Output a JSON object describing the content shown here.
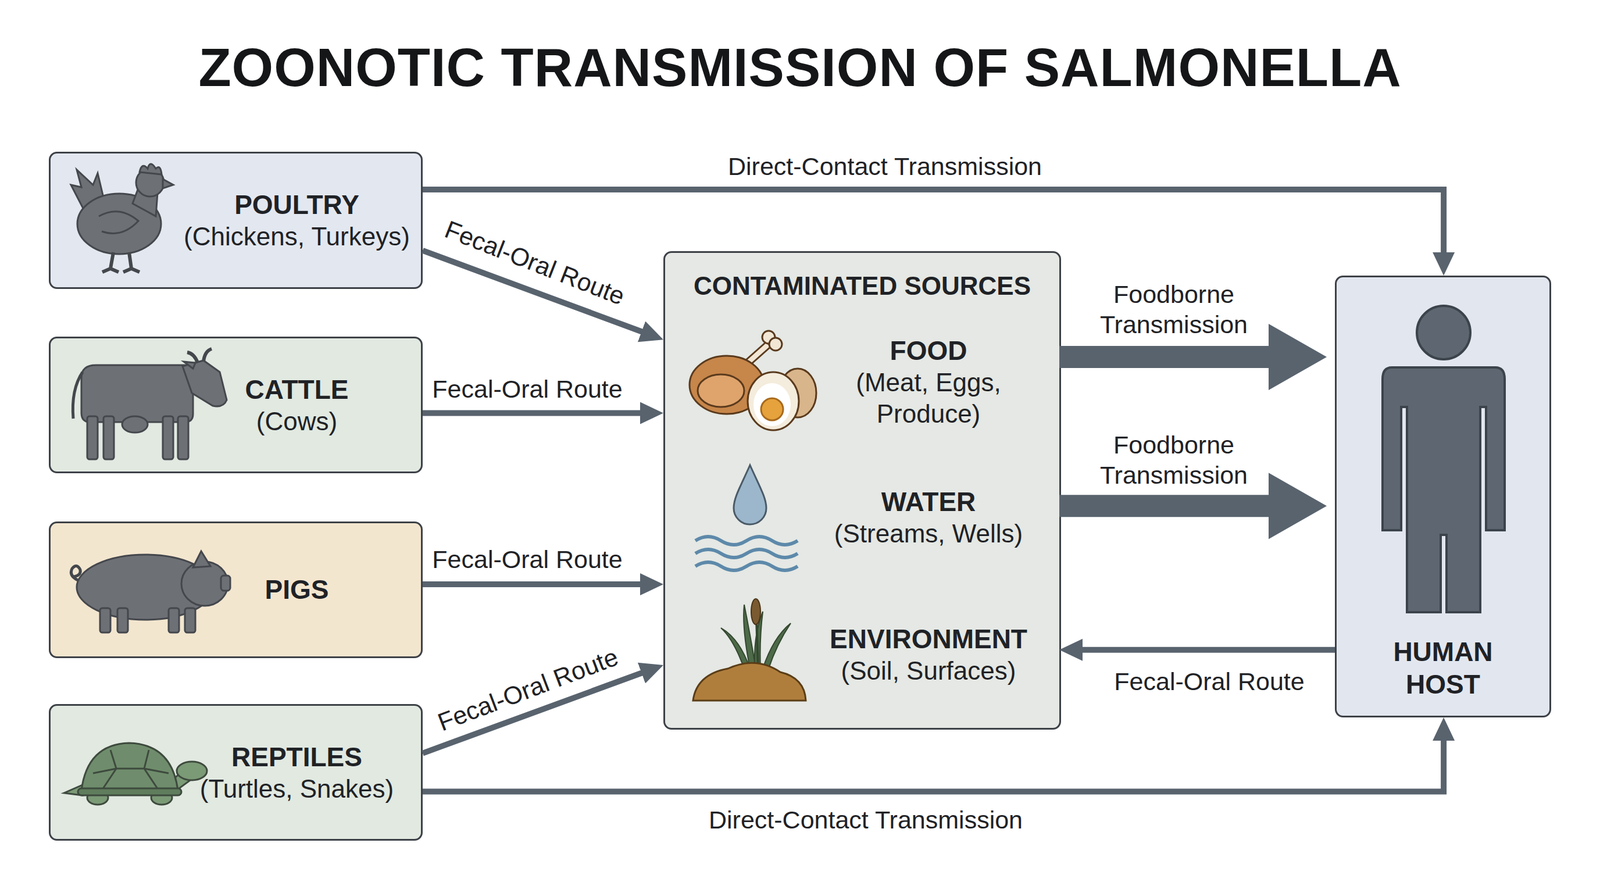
{
  "diagram": {
    "title": "ZOONOTIC TRANSMISSION OF SALMONELLA",
    "nodes": [
      {
        "text": [
          "POULTRY",
          "(Chickens, Turkeys)"
        ]
      },
      {
        "text": [
          "CATTLE",
          "(Cows)"
        ]
      },
      {
        "text": [
          "PIGS"
        ]
      },
      {
        "text": [
          "REPTILES",
          "(Turtles, Snakes)"
        ]
      },
      {
        "text": [
          "CONTAMINATED SOURCES"
        ]
      },
      {
        "text": [
          "FOOD",
          "(Meat, Eggs, Produce)"
        ],
        "in": 4
      },
      {
        "text": [
          "WATER",
          "(Streams, Wells)"
        ],
        "in": 4
      },
      {
        "text": [
          "ENVIRONMENT",
          "(Soil, Surfaces)"
        ],
        "in": 4
      },
      {
        "text": [
          "HUMAN HOST"
        ]
      }
    ],
    "edges": [
      {
        "from": 0,
        "to": 8,
        "arrow": "to",
        "label": "Direct-Contact Transmission"
      },
      {
        "from": 0,
        "to": 4,
        "arrow": "to",
        "label": "Fecal-Oral Route"
      },
      {
        "from": 1,
        "to": 4,
        "arrow": "to",
        "label": "Fecal-Oral Route"
      },
      {
        "from": 2,
        "to": 4,
        "arrow": "to",
        "label": "Fecal-Oral Route"
      },
      {
        "from": 3,
        "to": 4,
        "arrow": "to",
        "label": "Fecal-Oral Route"
      },
      {
        "from": 3,
        "to": 8,
        "arrow": "to",
        "label": "Direct-Contact Transmission"
      },
      {
        "from": 5,
        "to": 8,
        "arrow": "to",
        "label": "Foodborne Transmission"
      },
      {
        "from": 6,
        "to": 8,
        "arrow": "to",
        "label": "Foodborne Transmission"
      },
      {
        "from": 8,
        "to": 7,
        "arrow": "to",
        "label": "Fecal-Oral Route"
      }
    ]
  }
}
